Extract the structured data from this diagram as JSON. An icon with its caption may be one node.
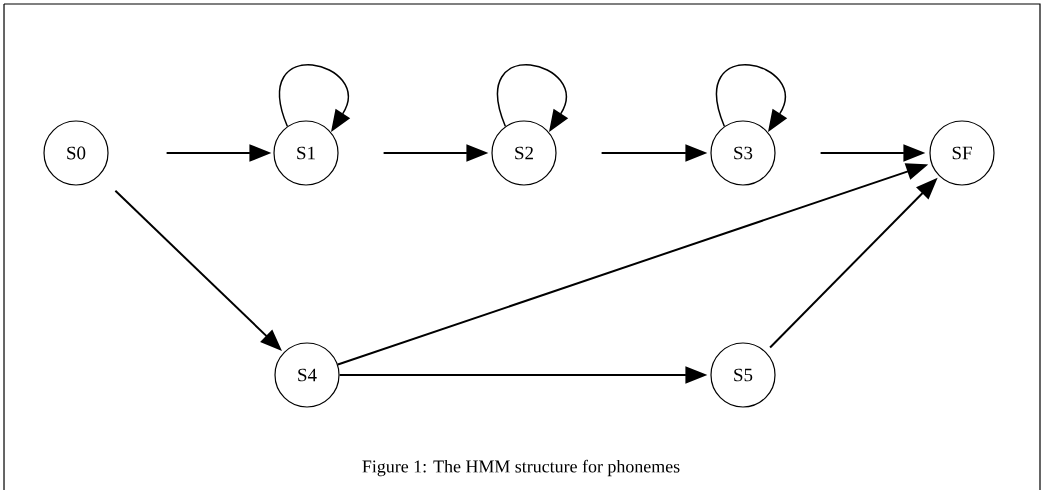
{
  "diagram": {
    "caption": "Figure 1: The HMM structure for phonemes",
    "nodes": [
      {
        "text": [
          "S0"
        ]
      },
      {
        "text": [
          "S1"
        ]
      },
      {
        "text": [
          "S2"
        ]
      },
      {
        "text": [
          "S3"
        ]
      },
      {
        "text": [
          "SF"
        ]
      },
      {
        "text": [
          "S4"
        ]
      },
      {
        "text": [
          "S5"
        ]
      }
    ],
    "edges": [
      {
        "from": 0,
        "to": 1,
        "arrow": "to"
      },
      {
        "from": 1,
        "to": 1,
        "arrow": "to"
      },
      {
        "from": 1,
        "to": 2,
        "arrow": "to"
      },
      {
        "from": 2,
        "to": 2,
        "arrow": "to"
      },
      {
        "from": 2,
        "to": 3,
        "arrow": "to"
      },
      {
        "from": 3,
        "to": 3,
        "arrow": "to"
      },
      {
        "from": 3,
        "to": 4,
        "arrow": "to"
      },
      {
        "from": 0,
        "to": 5,
        "arrow": "to"
      },
      {
        "from": 5,
        "to": 4,
        "arrow": "to"
      },
      {
        "from": 5,
        "to": 6,
        "arrow": "to"
      },
      {
        "from": 6,
        "to": 4,
        "arrow": "to"
      }
    ]
  }
}
